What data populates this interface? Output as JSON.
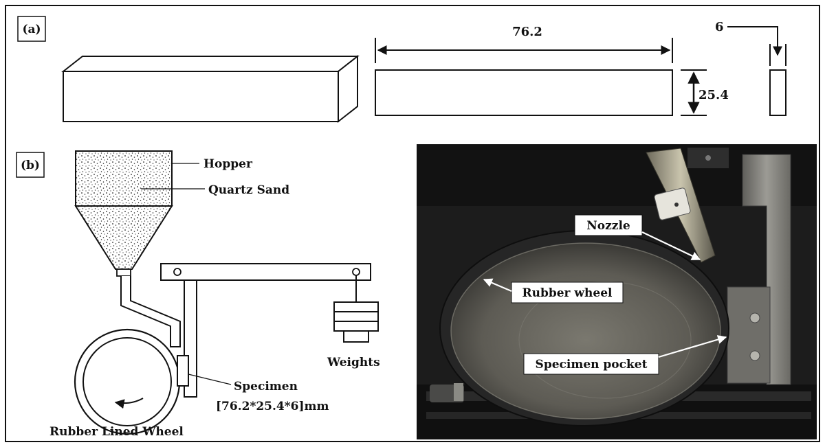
{
  "panel_a": {
    "tag": "(a)",
    "length_dim": "76.2",
    "height_dim": "25.4",
    "thickness_dim": "6"
  },
  "panel_b": {
    "tag": "(b)",
    "hopper": "Hopper",
    "quartz_sand": "Quartz Sand",
    "weights": "Weights",
    "specimen": "Specimen",
    "specimen_size": "[76.2*25.4*6]mm",
    "rubber_lined_wheel": "Rubber Lined Wheel"
  },
  "photo": {
    "nozzle": "Nozzle",
    "rubber_wheel": "Rubber wheel",
    "specimen_pocket": "Specimen pocket"
  },
  "colors": {
    "ink": "#111111",
    "photo_dark": "#1c1c1c",
    "wheel_rim": "#2a2a2a",
    "wheel_face": "#6b6a63",
    "metal": "#8d8c86"
  }
}
